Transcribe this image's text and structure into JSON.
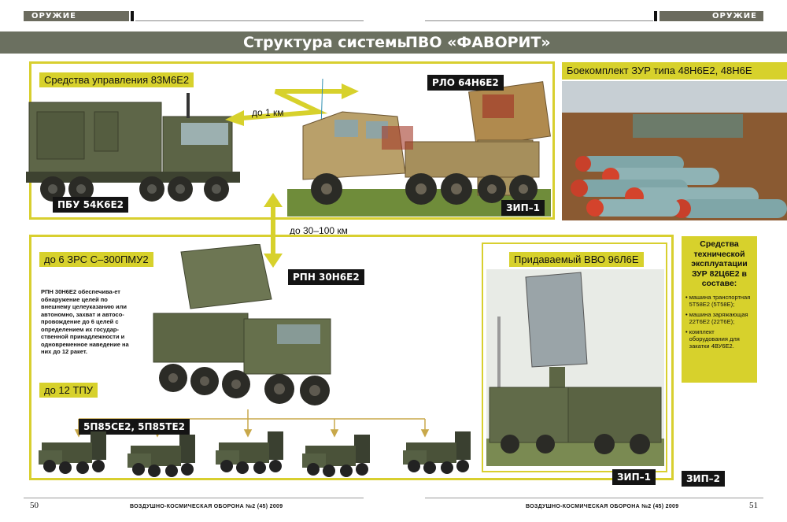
{
  "header": {
    "section_left": "ОРУЖИЕ",
    "section_right": "ОРУЖИЕ",
    "title_part1": "Структура системы",
    "title_part2": "ПВО «ФАВОРИТ»"
  },
  "top_frame": {
    "control_label": "Средства управления 83М6Е2",
    "pbu_label": "ПБУ 54К6Е2",
    "rlo_label": "РЛО 64Н6Е2",
    "zip1_label": "ЗИП–1",
    "distance_label": "до 1 км"
  },
  "missiles": {
    "heading": "Боекомплект ЗУР типа 48Н6Е2, 48Н6Е"
  },
  "link": {
    "distance_label": "до 30–100 км"
  },
  "bottom_frame": {
    "zrs_label": "до 6 ЗРС С–300ПМУ2",
    "rpn_label": "РПН 30Н6Е2",
    "rpn_description": "РПН 30Н6Е2 обеспечива-ет обнаружение целей по внешнему целеуказанию или автономно, захват и автосо-провождение до 6 целей с определением их государ-ственной принадлежности и одновременное наведение на них до 12 ракет.",
    "tpu_label": "до 12 ТПУ",
    "launcher_label": "5П85СЕ2, 5П85ТЕ2",
    "vvo_label": "Придаваемый ВВО 96Л6Е",
    "zip1_label": "ЗИП–1",
    "zip2_label": "ЗИП–2"
  },
  "sidebar": {
    "title": "Средства технической эксплуатации ЗУР 82Ц6Е2 в составе:",
    "items": [
      "машина транспортная 5Т58Е2 (5Т58Е);",
      "машина заряжающая 22Т6Е2 (22Т6Е);",
      "комплект оборудования для закатки 4ВУ6Е2."
    ]
  },
  "footer": {
    "page_left": "50",
    "journal_left": "ВОЗДУШНО-КОСМИЧЕСКАЯ ОБОРОНА №2 (45) 2009",
    "journal_right": "ВОЗДУШНО-КОСМИЧЕСКАЯ ОБОРОНА №2 (45) 2009",
    "page_right": "51"
  },
  "colors": {
    "accent_yellow": "#d7d12c",
    "header_band": "#6b7060",
    "label_black": "#141414"
  }
}
